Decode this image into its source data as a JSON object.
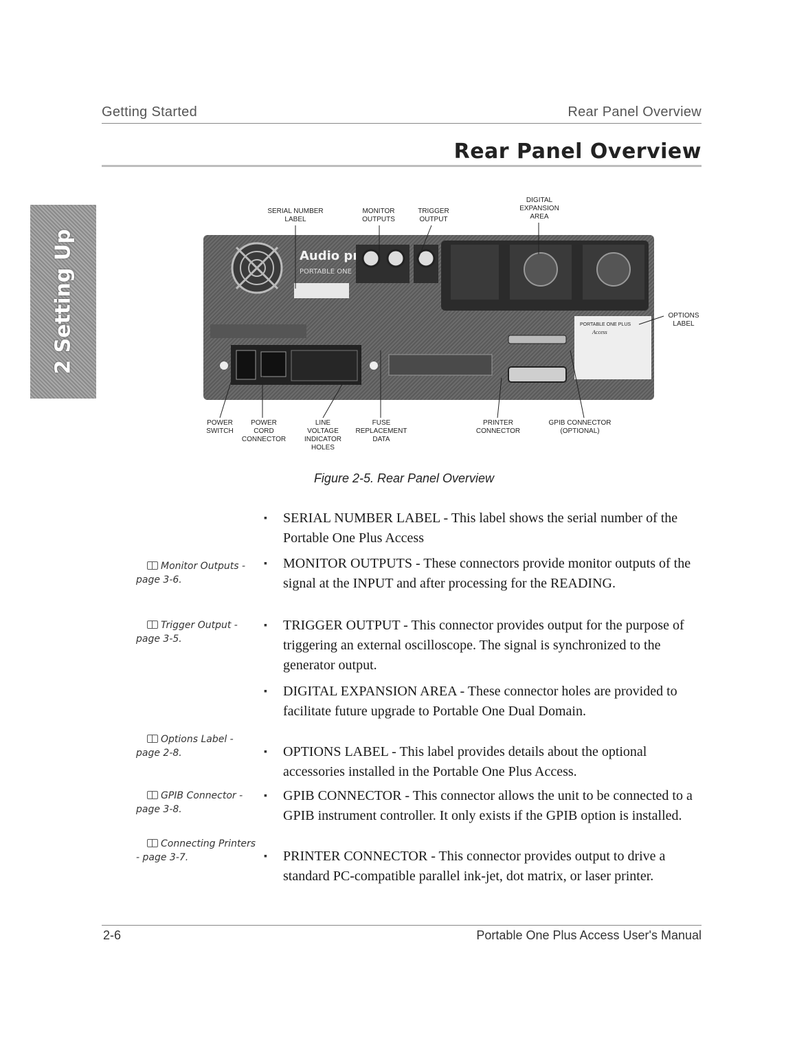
{
  "header": {
    "left": "Getting Started",
    "right": "Rear Panel Overview"
  },
  "title": "Rear Panel Overview",
  "side_tab": "2 Setting Up",
  "figure": {
    "callouts_top": {
      "serial_number_label": "SERIAL NUMBER\nLABEL",
      "monitor_outputs": "MONITOR\nOUTPUTS",
      "trigger_output": "TRIGGER\nOUTPUT",
      "digital_expansion_area": "DIGITAL\nEXPANSION\nAREA"
    },
    "callout_right": "OPTIONS\nLABEL",
    "callouts_bottom": {
      "power_switch": "POWER\nSWITCH",
      "power_cord_connector": "POWER\nCORD\nCONNECTOR",
      "line_voltage_indicator_holes": "LINE\nVOLTAGE\nINDICATOR\nHOLES",
      "fuse_replacement_data": "FUSE\nREPLACEMENT\nDATA",
      "printer_connector": "PRINTER\nCONNECTOR",
      "gpib_connector_optional": "GPIB CONNECTOR\n(OPTIONAL)"
    },
    "panel_labels": {
      "brand": "Audio precision",
      "product": "PORTABLE ONE",
      "options_label": "PORTABLE ONE PLUS",
      "options_label_sub": "Access"
    },
    "caption": "Figure 2-5. Rear Panel Overview"
  },
  "margin_notes": [
    "Monitor Outputs - page 3-6.",
    "Trigger Output - page 3-5.",
    "Options Label - page 2-8.",
    "GPIB Connector - page 3-8.",
    "Connecting Printers - page 3-7."
  ],
  "bullets": [
    "SERIAL NUMBER LABEL - This label shows the serial number of the Portable One Plus Access",
    "MONITOR OUTPUTS - These connectors provide monitor outputs of the signal at the INPUT and after processing for the READING.",
    "TRIGGER OUTPUT - This connector provides output for the purpose of triggering an external oscilloscope.  The signal is synchronized to the generator output.",
    "DIGITAL EXPANSION AREA - These connector holes are provided to facilitate future upgrade to Portable One Dual Domain.",
    "OPTIONS LABEL - This label provides details about the optional accessories installed in the Portable One Plus Access.",
    "GPIB CONNECTOR - This connector allows the unit to be connected to a GPIB instrument controller.  It only exists if the GPIB option is installed.",
    "PRINTER CONNECTOR - This connector provides output to drive a standard PC-compatible parallel ink-jet, dot matrix, or laser printer."
  ],
  "bullet_symbol": "▪",
  "footer": {
    "left": "2-6",
    "right": "Portable One Plus Access User's Manual"
  }
}
